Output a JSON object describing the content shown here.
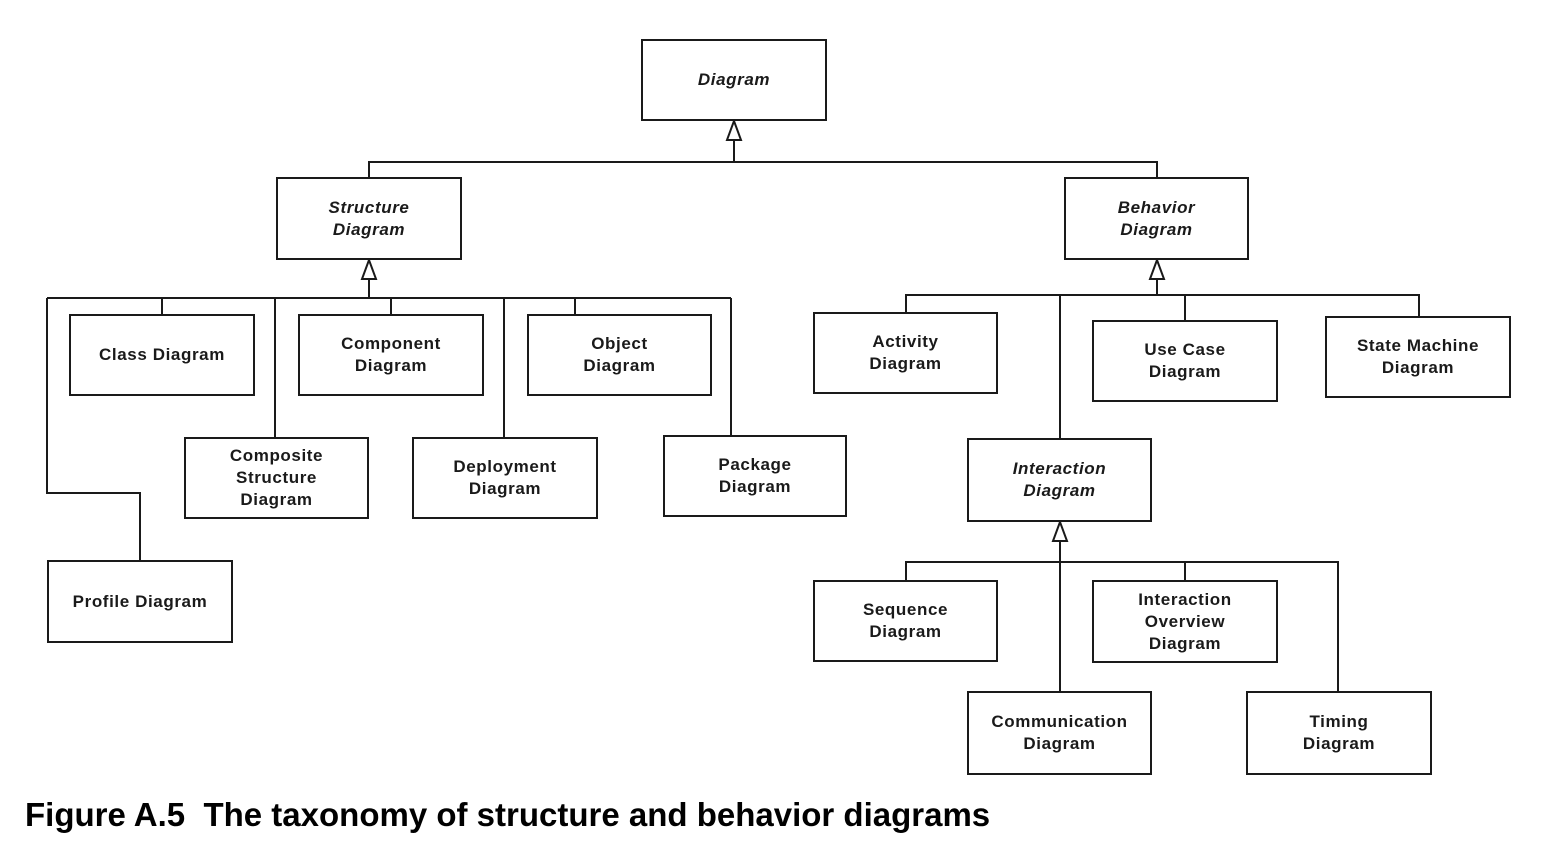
{
  "diagram": {
    "nodes": {
      "diagram": "Diagram",
      "structure": "Structure\nDiagram",
      "behavior": "Behavior\nDiagram",
      "class": "Class Diagram",
      "component": "Component\nDiagram",
      "object": "Object\nDiagram",
      "composite": "Composite\nStructure\nDiagram",
      "deployment": "Deployment\nDiagram",
      "package": "Package\nDiagram",
      "profile": "Profile Diagram",
      "activity": "Activity\nDiagram",
      "usecase": "Use Case\nDiagram",
      "statemachine": "State Machine\nDiagram",
      "interaction": "Interaction\nDiagram",
      "sequence": "Sequence\nDiagram",
      "overview": "Interaction\nOverview\nDiagram",
      "communication": "Communication\nDiagram",
      "timing": "Timing\nDiagram"
    },
    "abstract_nodes": [
      "Diagram",
      "Structure Diagram",
      "Behavior Diagram",
      "Interaction Diagram"
    ],
    "generalizations": [
      {
        "parent": "Diagram",
        "children": [
          "Structure Diagram",
          "Behavior Diagram"
        ]
      },
      {
        "parent": "Structure Diagram",
        "children": [
          "Class Diagram",
          "Component Diagram",
          "Object Diagram",
          "Composite Structure Diagram",
          "Deployment Diagram",
          "Package Diagram",
          "Profile Diagram"
        ]
      },
      {
        "parent": "Behavior Diagram",
        "children": [
          "Activity Diagram",
          "Use Case Diagram",
          "State Machine Diagram",
          "Interaction Diagram"
        ]
      },
      {
        "parent": "Interaction Diagram",
        "children": [
          "Sequence Diagram",
          "Interaction Overview Diagram",
          "Communication Diagram",
          "Timing Diagram"
        ]
      }
    ],
    "colors": {
      "line": "#1a1a1a",
      "background": "#ffffff"
    }
  },
  "caption": "Figure A.5  The taxonomy of structure and behavior diagrams"
}
